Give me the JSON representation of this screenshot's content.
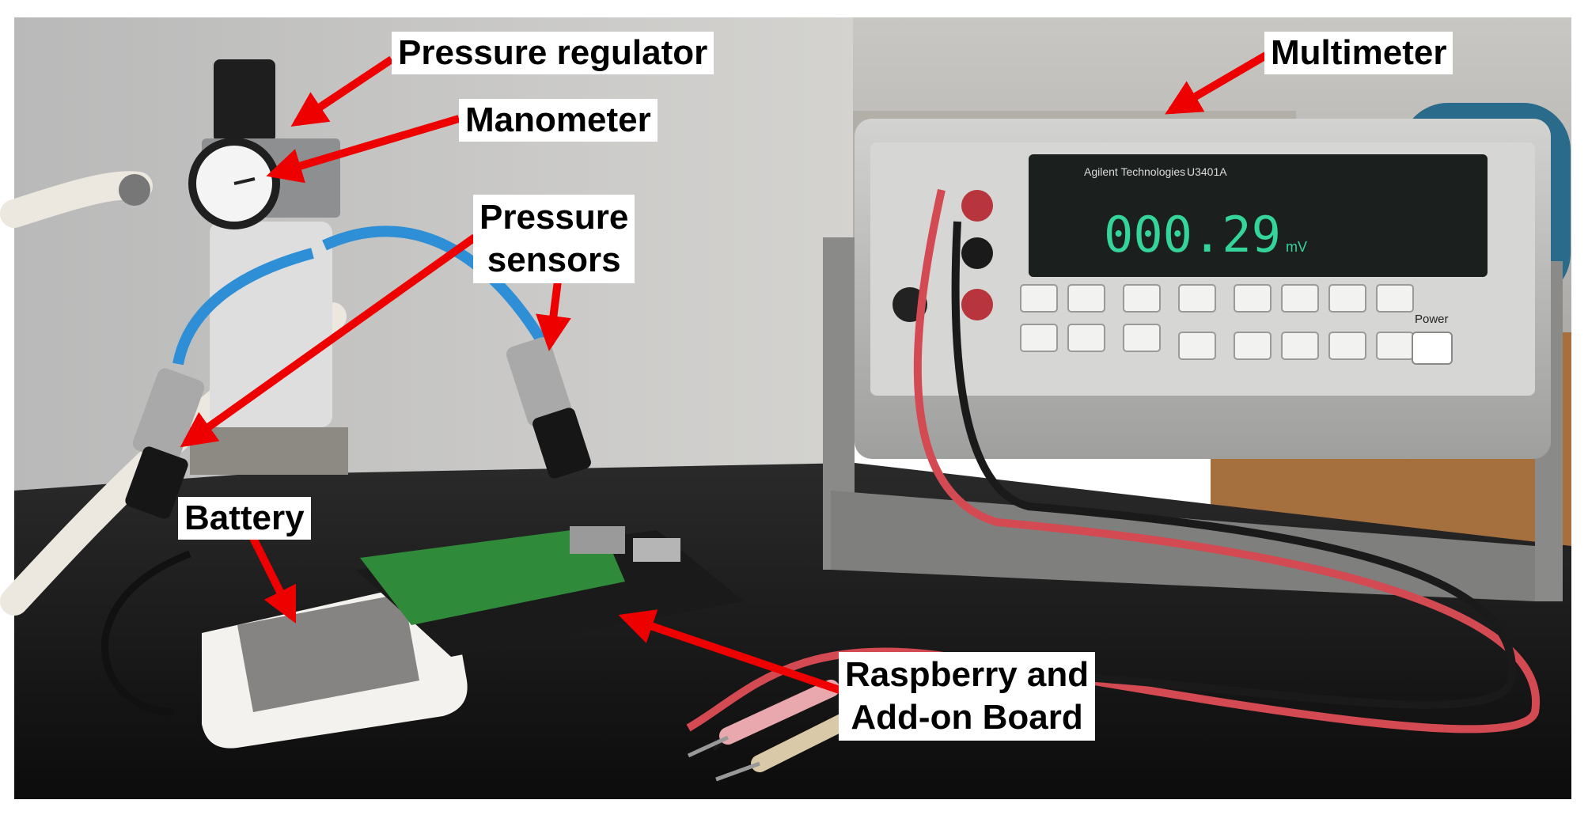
{
  "labels": {
    "pressure_regulator": "Pressure regulator",
    "manometer": "Manometer",
    "pressure_sensors_1": "Pressure",
    "pressure_sensors_2": "sensors",
    "multimeter": "Multimeter",
    "battery": "Battery",
    "raspberry_1": "Raspberry and",
    "raspberry_2": "Add-on Board"
  },
  "display": {
    "brand": "Agilent Technologies",
    "model": "U3401A",
    "reading": "000.29",
    "unit": "mV",
    "power_label": "Power"
  },
  "colors": {
    "arrow": "#ee0000",
    "pressure_hose": "#2f8fd6",
    "probe_red": "#d44a52",
    "probe_black": "#1a1a1a",
    "pcb": "#2f8a3a",
    "lcd_digits": "#34d49a"
  }
}
